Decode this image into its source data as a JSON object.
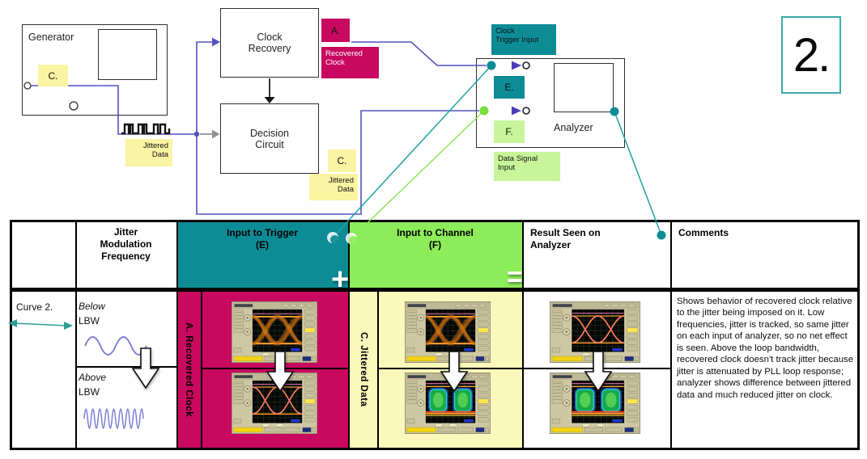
{
  "figure": {
    "number": "2."
  },
  "diagram": {
    "generator": {
      "title": "Generator",
      "port_tag": "C."
    },
    "jittered_data_label": "Jittered\nData",
    "clock_recovery": {
      "title": "Clock Recovery"
    },
    "decision_circuit": {
      "title": "Decision Circuit"
    },
    "recovered_clock": {
      "tag": "A.",
      "label": "Recovered\nClock"
    },
    "jittered_data_tap": {
      "tag": "C.",
      "label": "Jittered\nData"
    },
    "analyzer": {
      "title": "Analyzer",
      "trigger_input_label": "Clock\nTrigger Input",
      "trigger_tag": "E.",
      "data_input_label": "Data Signal\nInput",
      "data_tag": "F."
    }
  },
  "table": {
    "headers": {
      "jitter_modulation": "Jitter\nModulation\nFrequency",
      "input_trigger": "Input to Trigger\n(E)",
      "input_channel": "Input to Channel\n(F)",
      "result": "Result Seen on\nAnalyzer",
      "comments": "Comments"
    },
    "operators": {
      "plus": "+",
      "equals": "="
    },
    "row": {
      "curve_label": "Curve 2.",
      "below_label": "Below",
      "below_lbw": "LBW",
      "above_label": "Above",
      "above_lbw": "LBW",
      "trigger_vertical_label": "A. Recovered Clock",
      "channel_vertical_label": "C. Jittered Data",
      "comments": "Shows behavior of recovered clock relative to the jitter being imposed on it. Low frequencies, jitter is tracked, so same jitter on each input of analyzer, so no net effect is seen. Above the loop bandwidth, recovered clock doesn't track jitter because jitter is attenuated by PLL loop response; analyzer shows difference between jittered data and much reduced jitter on clock."
    }
  },
  "scope_images": [
    {
      "slot": "trigger-top",
      "variant": "eye-wide-jitter"
    },
    {
      "slot": "trigger-bottom",
      "variant": "eye-clean"
    },
    {
      "slot": "channel-top",
      "variant": "eye-wide-jitter"
    },
    {
      "slot": "channel-bottom",
      "variant": "eye-green-filled"
    },
    {
      "slot": "result-top",
      "variant": "eye-clean"
    },
    {
      "slot": "result-bottom",
      "variant": "eye-green-filled"
    }
  ],
  "colors": {
    "teal": "#0d8c96",
    "header_green": "#8dec5a",
    "light_green": "#c8f59a",
    "magenta": "#c8095f",
    "label_yellow": "#faf3a2",
    "body_yellow": "#fbf8bb",
    "wire_blue": "#5450c0",
    "connector_teal": "#22a2a2",
    "connector_green": "#8ce65a",
    "sine_purple": "#7d7fd4",
    "figure_border_teal": "#3aabab"
  }
}
